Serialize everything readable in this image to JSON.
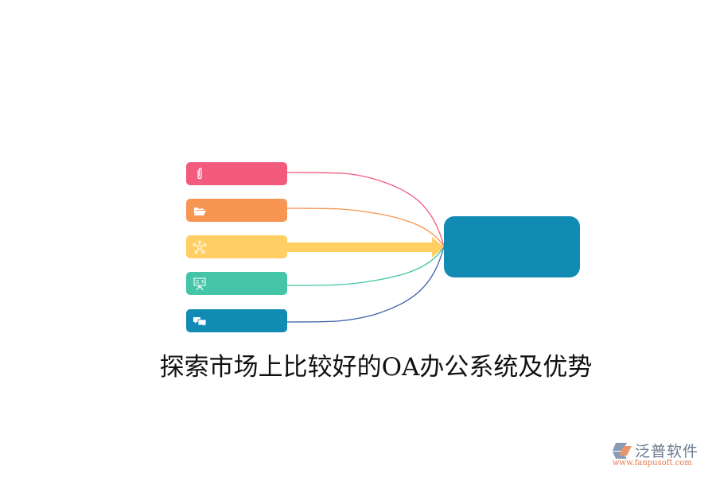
{
  "title": "探索市场上比较好的OA办公系统及优势",
  "colors": {
    "node1": "#f25b7e",
    "node2": "#f79552",
    "node3": "#ffcf63",
    "node4": "#44c5a8",
    "node5": "#128bb4",
    "center": "#128bb4",
    "link5": "#3a62a5"
  },
  "nodes": [
    {
      "icon": "paperclip-icon",
      "label": ""
    },
    {
      "icon": "folder-open-icon",
      "label": ""
    },
    {
      "icon": "network-icon",
      "label": ""
    },
    {
      "icon": "presentation-board-icon",
      "label": ""
    },
    {
      "icon": "chat-bubbles-icon",
      "label": ""
    }
  ],
  "center": {
    "label": ""
  },
  "logo": {
    "name": "泛普软件",
    "url": "www.fanpusoft.com"
  }
}
